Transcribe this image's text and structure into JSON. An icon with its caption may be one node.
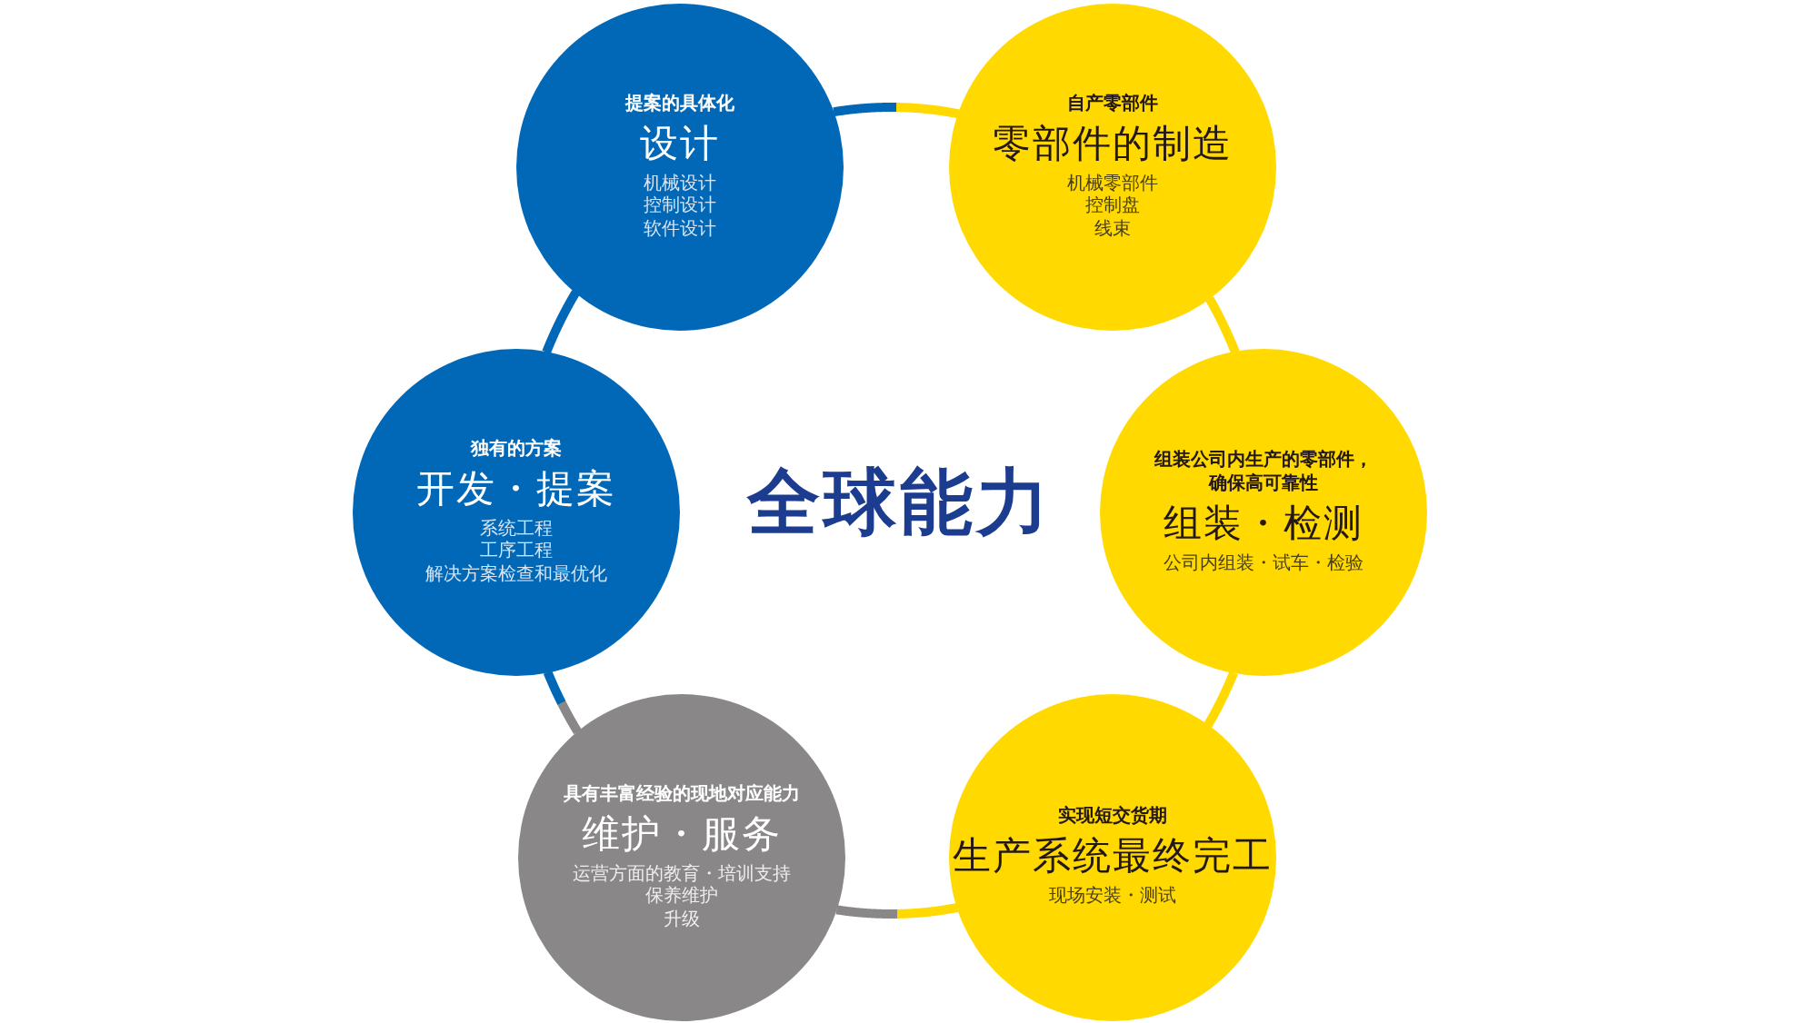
{
  "diagram": {
    "nodes": [
      {
        "text": [
          "提案的具体化",
          "设计",
          "机械设计",
          "控制设计",
          "软件设计"
        ]
      },
      {
        "text": [
          "自产零部件",
          "零部件的制造",
          "机械零部件",
          "控制盘",
          "线束"
        ]
      },
      {
        "text": [
          "独有的方案",
          "开发・提案",
          "系统工程",
          "工序工程",
          "解决方案检查和最优化"
        ]
      },
      {
        "text": [
          "组装公司内生产的零部件，确保高可靠性",
          "组装・检测",
          "公司内组装・试车・检验"
        ]
      },
      {
        "text": [
          "具有丰富经验的现地对应能力",
          "维护・服务",
          "运营方面的教育・培训支持",
          "保养维护",
          "升级"
        ]
      },
      {
        "text": [
          "实现短交货期",
          "生产系统最终完工",
          "现场安装・测试"
        ]
      }
    ],
    "edges": [
      {
        "from": 0,
        "to": 1,
        "arrow": "none"
      },
      {
        "from": 1,
        "to": 3,
        "arrow": "none"
      },
      {
        "from": 3,
        "to": 5,
        "arrow": "none"
      },
      {
        "from": 5,
        "to": 4,
        "arrow": "none"
      },
      {
        "from": 4,
        "to": 2,
        "arrow": "none"
      },
      {
        "from": 2,
        "to": 0,
        "arrow": "none"
      }
    ],
    "labels": [
      "全球能力"
    ]
  }
}
